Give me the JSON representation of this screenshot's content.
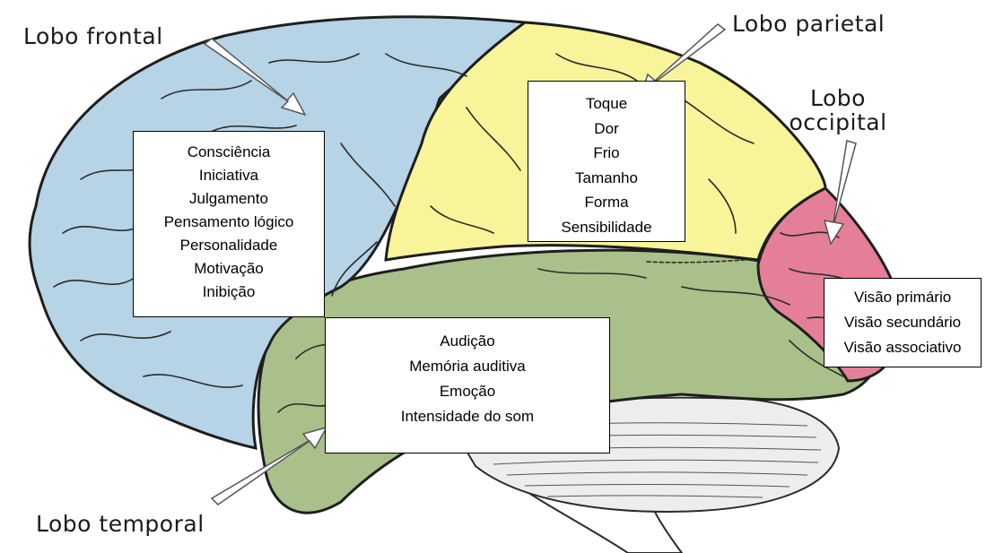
{
  "labels": {
    "frontal": "Lobo frontal",
    "parietal": "Lobo parietal",
    "occipital_line1": "Lobo",
    "occipital_line2": "occipital",
    "temporal": "Lobo temporal"
  },
  "boxes": {
    "frontal": [
      "Consciência",
      "Iniciativa",
      "Julgamento",
      "Pensamento lógico",
      "Personalidade",
      "Motivação",
      "Inibição"
    ],
    "parietal": [
      "Toque",
      "Dor",
      "Frio",
      "Tamanho",
      "Forma",
      "Sensibilidade"
    ],
    "temporal": [
      "Audição",
      "Memória auditiva",
      "Emoção",
      "Intensidade do som"
    ],
    "occipital": [
      "Visão primário",
      "Visão secundário",
      "Visão associativo"
    ]
  },
  "colors": {
    "frontal": "#b7d3e6",
    "parietal": "#f7f49a",
    "temporal": "#a9c08a",
    "occipital": "#e57f97",
    "cerebellum": "#ededed",
    "sulci": "#2b2b2b"
  }
}
